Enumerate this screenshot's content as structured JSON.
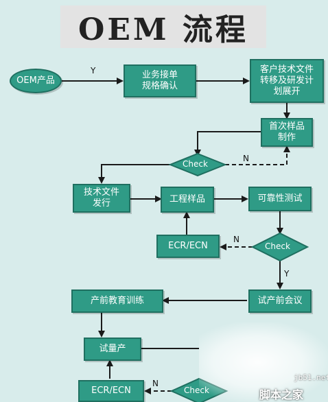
{
  "title": "OEM 流程",
  "nodes": {
    "oem_product": "OEM产品",
    "spec_confirm": "业务接单\n规格确认",
    "customer_docs": "客户技术文件\n转移及研发计\n划展开",
    "first_sample": "首次样品\n制作",
    "check1": "Check",
    "tech_docs": "技术文件\n发行",
    "eng_sample": "工程样品",
    "reliability": "可靠性测试",
    "ecr1": "ECR/ECN",
    "check2": "Check",
    "pre_meeting": "试产前会议",
    "pre_training": "产前教育训练",
    "trial_production": "试量产",
    "ecr2": "ECR/ECN",
    "check3": "Check"
  },
  "edge_labels": {
    "y1": "Y",
    "n1": "N",
    "n2": "N",
    "y2": "Y",
    "n3": "N"
  },
  "watermark": {
    "site": "jb51.net",
    "brand": "脚本之家"
  },
  "colors": {
    "background": "#d8eceb",
    "node_fill": "#2f9b86",
    "node_border": "#1f6f60",
    "arrow": "#1a1a1a"
  }
}
